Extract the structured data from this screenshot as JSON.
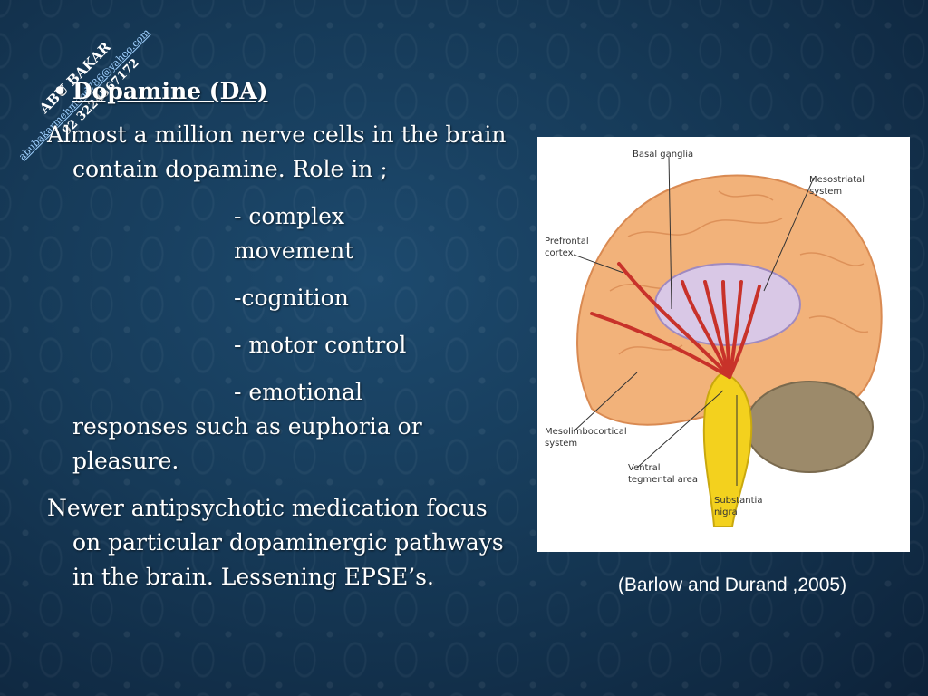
{
  "watermark": {
    "name": "ABU BAKAR",
    "email": "abubakarmehmood786@yahoo.com",
    "phone": "92 3224567172"
  },
  "slide": {
    "bullet": "•",
    "title": "Dopamine (DA)",
    "intro": "Almost a million nerve cells in the brain contain dopamine. Role in ;",
    "roles": [
      "- complex movement",
      "-cognition",
      "- motor control",
      "- emotional"
    ],
    "roles_continuation": "responses such as euphoria or pleasure.",
    "closing": "Newer antipsychotic medication focus on particular dopaminergic pathways in the brain. Lessening EPSE’s."
  },
  "figure": {
    "labels": {
      "basal_ganglia": "Basal ganglia",
      "mesostriatal": "Mesostriatal",
      "mesostriatal2": "system",
      "prefrontal": "Prefrontal",
      "prefrontal2": "cortex",
      "mesolimbocortical": "Mesolimbocortical",
      "mesolimbocortical2": "system",
      "ventral": "Ventral",
      "ventral2": "tegmental area",
      "substantia": "Substantia",
      "substantia2": "nigra"
    },
    "colors": {
      "brain": "#f2b27a",
      "pathway": "#c8322a",
      "brainstem": "#f3d11e",
      "cerebellum": "#9c8a6a"
    }
  },
  "caption": "(Barlow and Durand ,2005)"
}
